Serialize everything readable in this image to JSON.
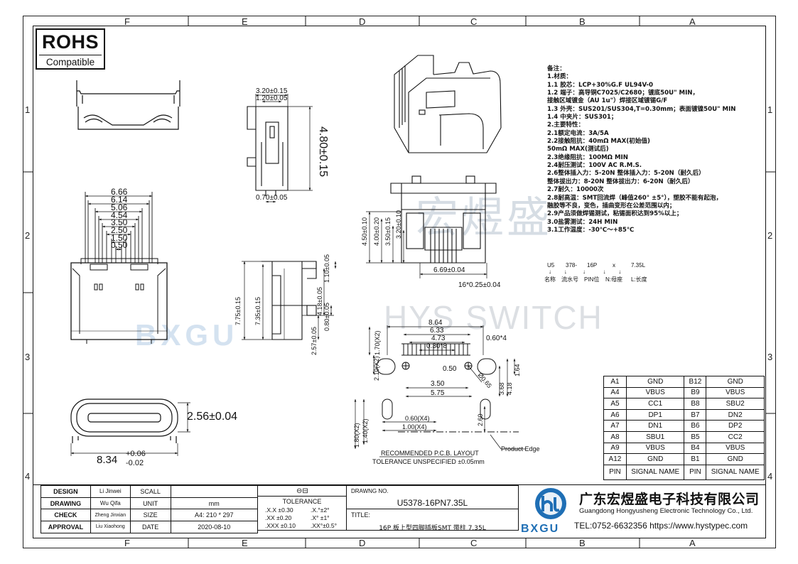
{
  "zones_top": [
    "F",
    "E",
    "D",
    "C",
    "B",
    "A"
  ],
  "zones_side": [
    "1",
    "2",
    "3",
    "4"
  ],
  "rohs": {
    "title": "ROHS",
    "subtitle": "Compatible"
  },
  "watermark": {
    "cn": "宏煜盛",
    "en": "HYS SWITCH",
    "logo": "BXGU"
  },
  "front_dims": [
    "6.66",
    "6.14",
    "5.06",
    "4.54",
    "3.50",
    "2.50",
    "1.50",
    "0.50"
  ],
  "side_dims": {
    "w1": "3.20±0.15",
    "w2": "1.20±0.05",
    "h": "4.80±0.15",
    "pin": "0.70±0.05"
  },
  "side2_dims": {
    "h1": "7.75±0.15",
    "h2": "7.35±0.15",
    "a": "2.57±0.05",
    "b": "4.18±0.05",
    "c": "0.80±0.05",
    "d": "1.10±0.05"
  },
  "mid_dims": {
    "a": "4.50±0.10",
    "b": "4.00±0.20",
    "c": "3.50±0.15",
    "d": "3.20±0.10",
    "w": "6.69±0.04",
    "pitch": "16*0.25±0.04"
  },
  "end_dims": {
    "h": "2.56±0.04",
    "w_main": "8.34",
    "w_up": "+0.06",
    "w_low": "-0.02"
  },
  "pcb": {
    "top": [
      "8.64",
      "6.33",
      "4.73",
      "0.30*8"
    ],
    "pad": "0.60*4",
    "h1": "1.70(X2)",
    "h2": "2.10(X2)",
    "mid": "0.50",
    "bot1": "3.50",
    "bot2": "5.75",
    "v1": "3.68",
    "v2": "4.18",
    "v3": "1.64",
    "diag": "Ø0.65",
    "w1": "0.60(X4)",
    "w2": "1.00(X4)",
    "v4": "1.80(X2)",
    "v5": "1.40(X2)",
    "v6": "2.60",
    "edge": "Product Edge",
    "title": "RECOMMENDED    P.C.B.  LAYOUT",
    "tol": "TOLERANCE  UNSPECIFIED  ±0.05mm"
  },
  "notes": [
    "备注：",
    "1.材质：",
    "1.1 胶芯：LCP+30%G.F UL94V-0",
    "1.2 端子：高导铜C7025/C2680；镀底50U\" MIN，",
    "        接触区域镀金（AU 1u\"）焊接区域镀锡G/F",
    "1.3 外壳：SUS201/SUS304,T=0.30mm；表面镀镍50U\" MIN",
    "1.4 中夹片：SUS301；",
    "2.主要特性：",
    "2.1额定电流：3A/5A",
    "2.2接触阻抗：40mΩ  MAX(初始值)",
    "        50mΩ MAX(测试后)",
    "2.3绝缘阻抗：100MΩ  MIN",
    "2.4耐压测试：100V AC R.M.S.",
    "2.6整体插入力：5-20N  整体插入力：5-20N（耐久后）",
    "    整体拔出力：8-20N   整体拔出力：6-20N（耐久后）",
    "2.7耐久：10000次",
    "2.8耐高温：SMT回流焊（峰值260° ±5°），塑胶不能有起泡，",
    "    融胶等不良，变色，插曲变形在公差范围以内；",
    "2.9产品须做焊锡测试，粘锡面积达到95%以上；",
    "3.0盐雾测试：24H MIN",
    "3.1工作温度：-30℃～+85℃"
  ],
  "part_number": {
    "parts": [
      "U5",
      "378-",
      "16P",
      "x",
      "7.35L"
    ],
    "labels": [
      "名称",
      "流水号",
      "PIN位",
      "N:母座",
      "L:长度"
    ]
  },
  "pin_table": {
    "rows": [
      [
        "A1",
        "GND",
        "B12",
        "GND"
      ],
      [
        "A4",
        "VBUS",
        "B9",
        "VBUS"
      ],
      [
        "A5",
        "CC1",
        "B8",
        "SBU2"
      ],
      [
        "A6",
        "DP1",
        "B7",
        "DN2"
      ],
      [
        "A7",
        "DN1",
        "B6",
        "DP2"
      ],
      [
        "A8",
        "SBU1",
        "B5",
        "CC2"
      ],
      [
        "A9",
        "VBUS",
        "B4",
        "VBUS"
      ],
      [
        "A12",
        "GND",
        "B1",
        "GND"
      ]
    ],
    "header": [
      "PIN",
      "SIGNAL NAME",
      "PIN",
      "SIGNAL NAME"
    ]
  },
  "title_block": {
    "roles": [
      {
        "role": "DESIGN",
        "name": "Li Jinwei",
        "label": "SCALL",
        "value": ""
      },
      {
        "role": "DRAWING",
        "name": "Wu Qifa",
        "label": "UNIT",
        "value": "mm"
      },
      {
        "role": "CHECK",
        "name": "Zheng Jinxian",
        "label": "SIZE",
        "value": "A4: 210 * 297"
      },
      {
        "role": "APPROVAL",
        "name": "Liu Xiaohong",
        "label": "DATE",
        "value": "2020-08-10"
      }
    ],
    "tolerance_title": "TOLERANCE",
    "tolerance_rows": [
      [
        ".X.X  ±0.30",
        ".X.°±2°"
      ],
      [
        ".XX  ±0.20",
        ".X° ±1°"
      ],
      [
        ".XXX  ±0.10",
        ".XX°±0.5°"
      ]
    ],
    "drawing_no_label": "DRAWNG NO.",
    "drawing_no": "U5378-16PN7.35L",
    "title_label": "TITLE:",
    "title": "16P 板上型四脚插板SMT 带柱 7.35L"
  },
  "company": {
    "cn": "广东宏煜盛电子科技有限公司",
    "en": "Guangdong Hongyusheng Electronic Technology Co., Ltd.",
    "contact": "TEL:0752-6632356  https://www.hystypec.com",
    "logo_text": "BXGU"
  }
}
